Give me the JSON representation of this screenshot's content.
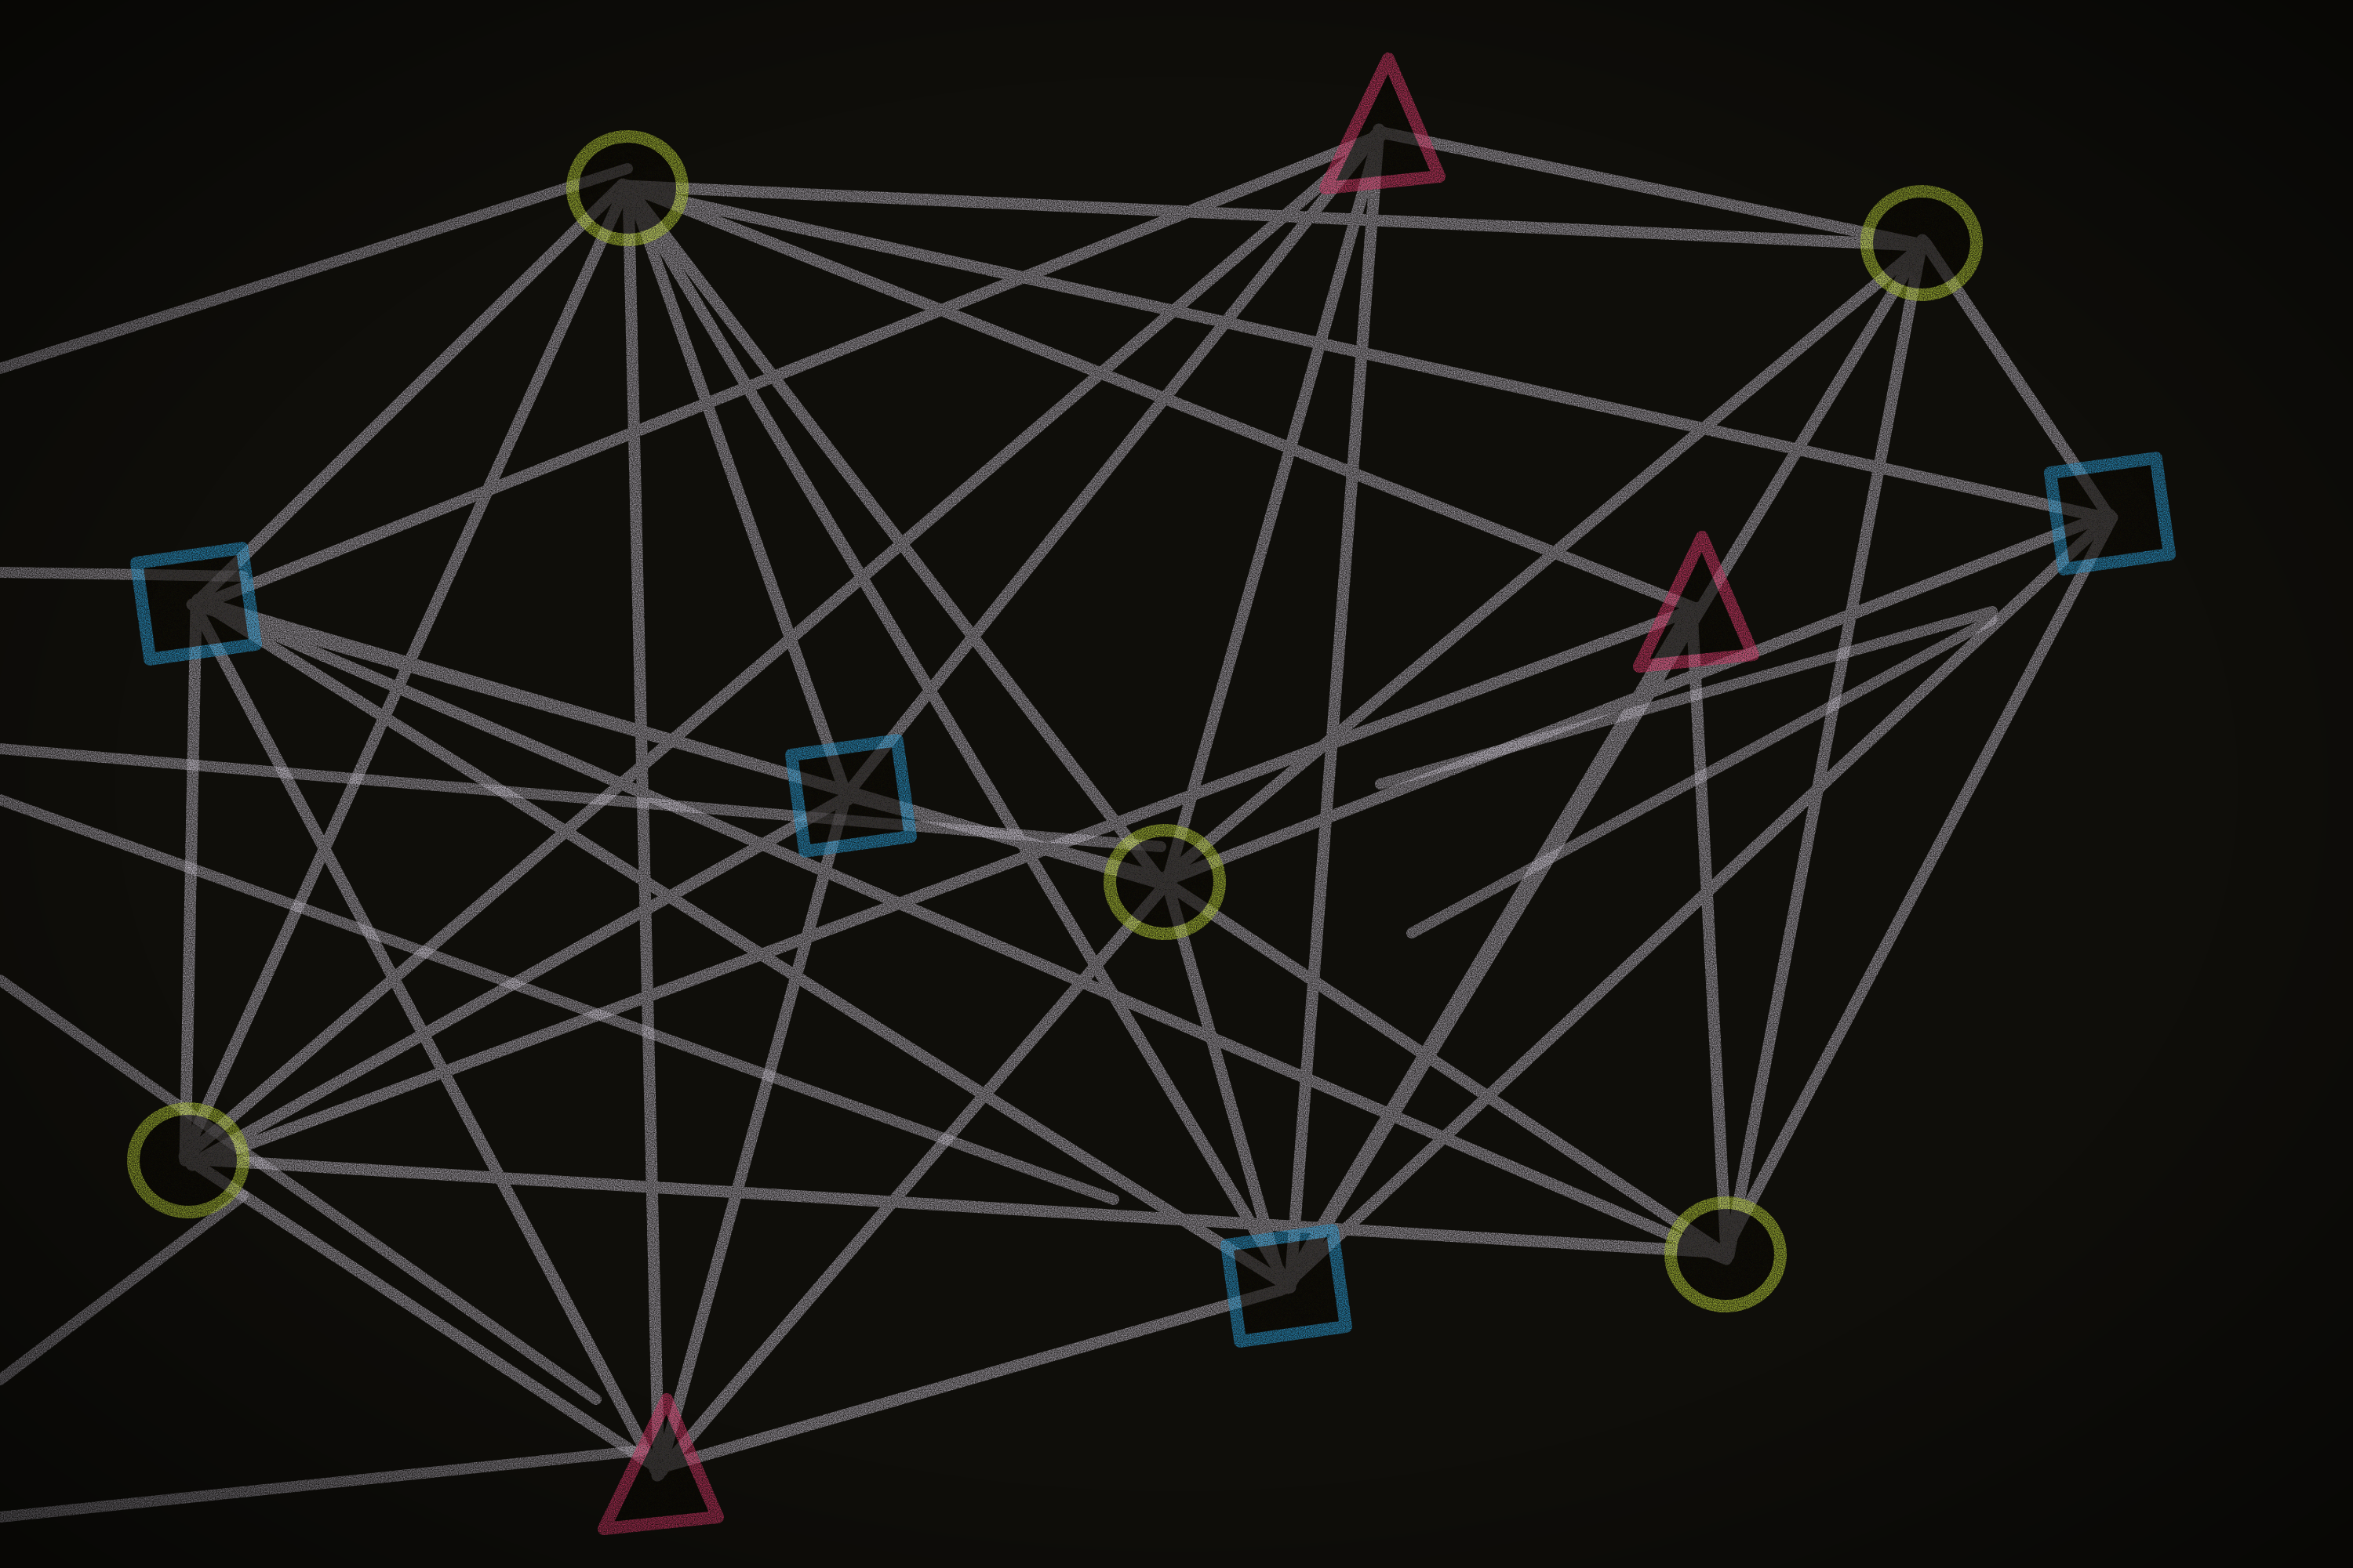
{
  "scene": {
    "background": "#0c0b08",
    "chalk_line_color": "#cfc8d6",
    "node_colors": {
      "circle": "#bcd43a",
      "square": "#2aa0dc",
      "triangle": "#e23a6e"
    },
    "nodes": [
      {
        "id": "c1",
        "shape": "circle"
      },
      {
        "id": "t1",
        "shape": "triangle"
      },
      {
        "id": "c2",
        "shape": "circle"
      },
      {
        "id": "s1",
        "shape": "square"
      },
      {
        "id": "s2",
        "shape": "square"
      },
      {
        "id": "s3",
        "shape": "square"
      },
      {
        "id": "t2",
        "shape": "triangle"
      },
      {
        "id": "c3",
        "shape": "circle"
      },
      {
        "id": "c4",
        "shape": "circle"
      },
      {
        "id": "s4",
        "shape": "square"
      },
      {
        "id": "c5",
        "shape": "circle"
      },
      {
        "id": "t3",
        "shape": "triangle"
      }
    ],
    "edges": [
      [
        "c1",
        "s1"
      ],
      [
        "c1",
        "s2"
      ],
      [
        "c1",
        "c3"
      ],
      [
        "c1",
        "t3"
      ],
      [
        "c1",
        "s4"
      ],
      [
        "c1",
        "t2"
      ],
      [
        "c1",
        "c4"
      ],
      [
        "c1",
        "s3"
      ],
      [
        "t1",
        "s1"
      ],
      [
        "t1",
        "c2"
      ],
      [
        "t1",
        "c3"
      ],
      [
        "t1",
        "s4"
      ],
      [
        "t1",
        "c4"
      ],
      [
        "t1",
        "s2"
      ],
      [
        "c2",
        "s3"
      ],
      [
        "c2",
        "s4"
      ],
      [
        "c2",
        "c5"
      ],
      [
        "c2",
        "c3"
      ],
      [
        "c2",
        "c1"
      ],
      [
        "s1",
        "s2"
      ],
      [
        "s1",
        "c5"
      ],
      [
        "s1",
        "c3"
      ],
      [
        "s1",
        "s4"
      ],
      [
        "s1",
        "c4"
      ],
      [
        "s1",
        "t3"
      ],
      [
        "s2",
        "c3"
      ],
      [
        "s2",
        "t3"
      ],
      [
        "s2",
        "c4"
      ],
      [
        "s3",
        "c5"
      ],
      [
        "s3",
        "s4"
      ],
      [
        "s3",
        "c3"
      ],
      [
        "t2",
        "c5"
      ],
      [
        "t2",
        "s4"
      ],
      [
        "t2",
        "c4"
      ],
      [
        "c3",
        "s4"
      ],
      [
        "c3",
        "t3"
      ],
      [
        "c3",
        "c5"
      ],
      [
        "c4",
        "c5"
      ],
      [
        "c4",
        "t3"
      ],
      [
        "s4",
        "t3"
      ]
    ]
  }
}
